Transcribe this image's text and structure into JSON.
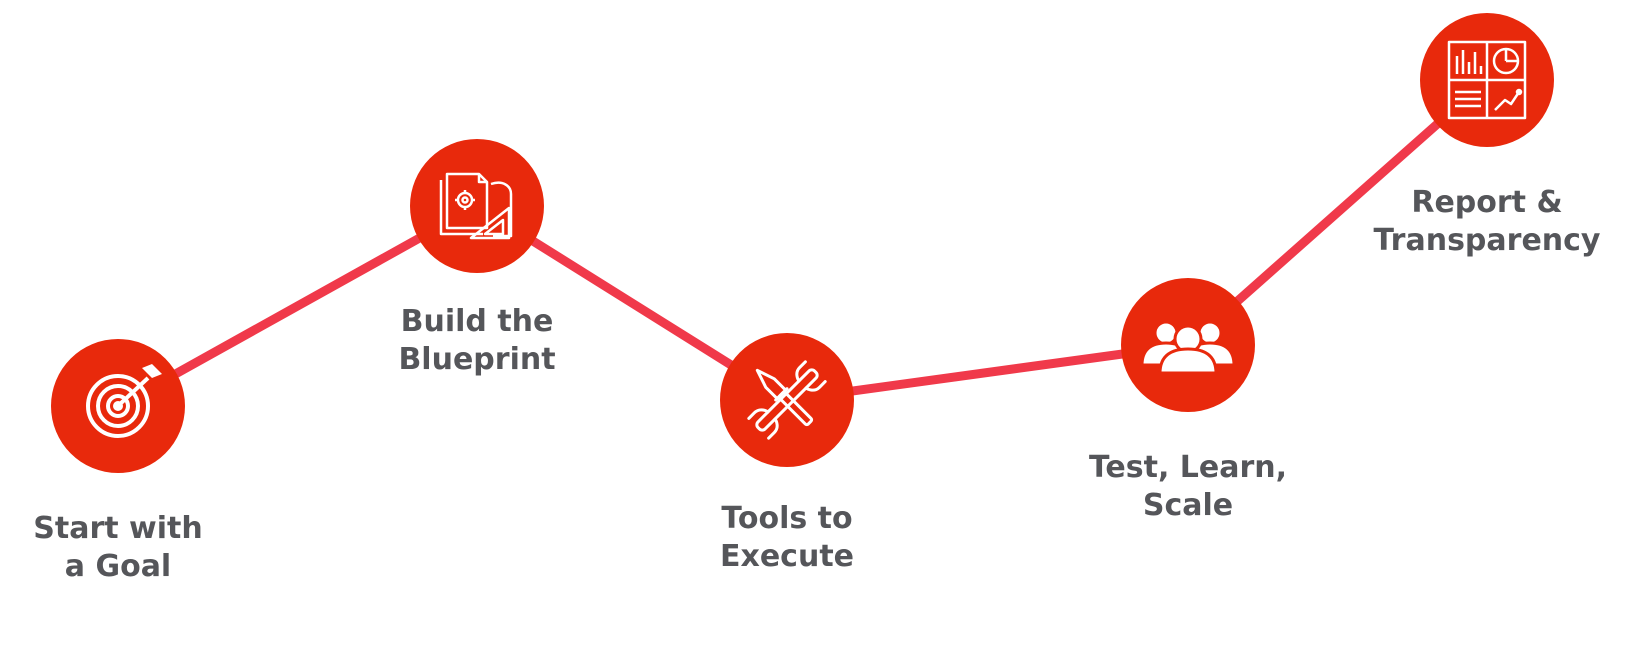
{
  "colors": {
    "accent": "#e8290c",
    "connector": "#f0394a",
    "icon_stroke": "#ffffff",
    "label_text": "#55565a"
  },
  "steps": [
    {
      "icon": "target-icon",
      "label_line1": "Start with",
      "label_line2": "a Goal"
    },
    {
      "icon": "blueprint-icon",
      "label_line1": "Build the",
      "label_line2": "Blueprint"
    },
    {
      "icon": "tools-icon",
      "label_line1": "Tools to",
      "label_line2": "Execute"
    },
    {
      "icon": "team-icon",
      "label_line1": "Test, Learn,",
      "label_line2": "Scale"
    },
    {
      "icon": "report-icon",
      "label_line1": "Report &",
      "label_line2": "Transparency"
    }
  ]
}
